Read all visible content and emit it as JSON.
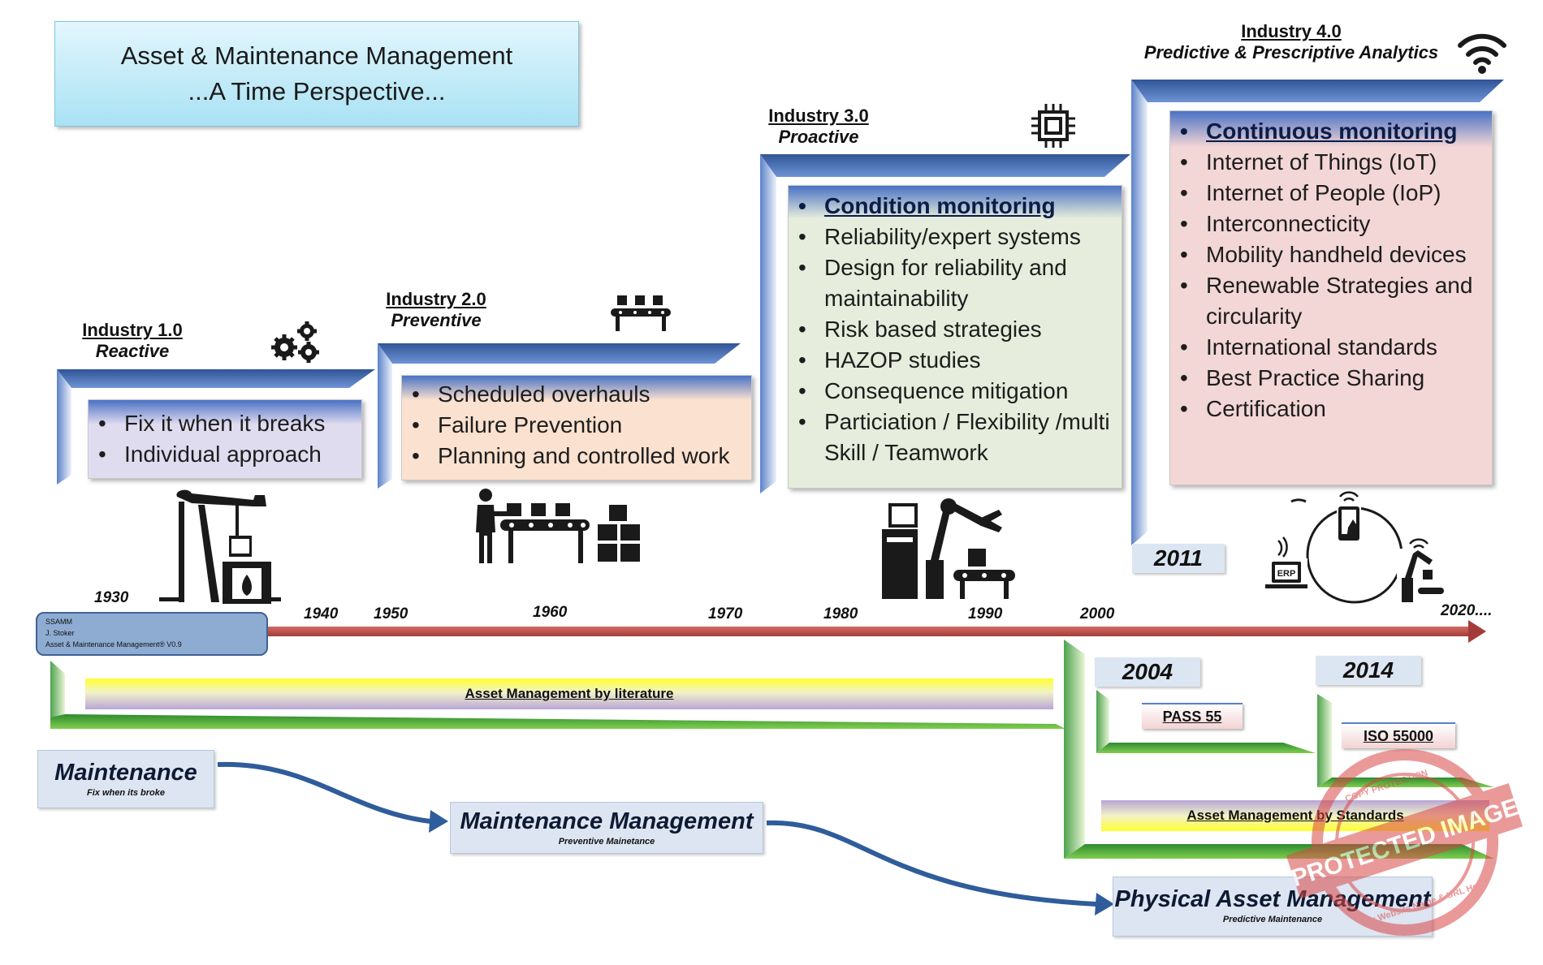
{
  "title": {
    "line1": "Asset & Maintenance Management",
    "line2": "...A Time Perspective..."
  },
  "eras": [
    {
      "name": "Industry 1.0",
      "mode": "Reactive",
      "icon": "gears-icon",
      "bullets": [
        "Fix it when it breaks",
        "Individual approach"
      ],
      "highlight_first": false,
      "colors": {
        "top": "#4a72c4",
        "bottom": "#e0dcf0"
      }
    },
    {
      "name": "Industry 2.0",
      "mode": "Preventive",
      "icon": "conveyor-icon",
      "bullets": [
        "Scheduled overhauls",
        "Failure Prevention",
        "Planning and controlled work"
      ],
      "highlight_first": false,
      "colors": {
        "top": "#4a72c4",
        "bottom": "#fbe1cf"
      }
    },
    {
      "name": "Industry 3.0",
      "mode": "Proactive",
      "icon": "microchip-icon",
      "bullets": [
        "Condition monitoring",
        "Reliability/expert systems",
        "Design for reliability and maintainability",
        "Risk based strategies",
        "HAZOP studies",
        "Consequence mitigation",
        "Particiation / Flexibility /multi Skill / Teamwork"
      ],
      "highlight_first": true,
      "colors": {
        "top": "#4a72c4",
        "bottom": "#e6eddc"
      }
    },
    {
      "name": "Industry 4.0",
      "mode": "Predictive & Prescriptive Analytics",
      "icon": "wifi-icon",
      "bullets": [
        "Continuous monitoring",
        "Internet of Things (IoT)",
        "Internet of People (IoP)",
        "Interconnecticity",
        "Mobility handheld devices",
        "Renewable Strategies and circularity",
        "International standards",
        "Best Practice Sharing",
        "Certification"
      ],
      "highlight_first": true,
      "colors": {
        "top": "#4a72c4",
        "bottom": "#f3d6d6"
      }
    }
  ],
  "timeline": {
    "years": [
      "1930",
      "1940",
      "1950",
      "1960",
      "1970",
      "1980",
      "1990",
      "2000",
      "2020...."
    ],
    "year_2011": "2011",
    "arrow_color": "#c0504d"
  },
  "ssamm": {
    "line1": "SSAMM",
    "line2": "J. Stoker",
    "line3": "Asset & Maintenance Management® V0.9"
  },
  "bands": {
    "literature": "Asset Management by literature",
    "standards": "Asset Management by Standards"
  },
  "standards": [
    {
      "year": "2004",
      "name": "PASS 55"
    },
    {
      "year": "2014",
      "name": "ISO 55000"
    }
  ],
  "stages": [
    {
      "name": "Maintenance",
      "sub": "Fix when its broke"
    },
    {
      "name": "Maintenance Management",
      "sub": "Preventive Mainetance"
    },
    {
      "name": "Physical Asset Management",
      "sub": "Predictive Maintenance"
    }
  ],
  "icons": {
    "era1": "oil-pump-icon",
    "era2": "worker-conveyor-icon",
    "era3": "robot-arm-icon",
    "era4": "connected-devices-icon",
    "erp_label": "ERP"
  },
  "watermark": {
    "text1": "PROTECTED IMAGE",
    "text2": "COPY PROTECTION",
    "text3": "My Website Name & URL Here"
  }
}
